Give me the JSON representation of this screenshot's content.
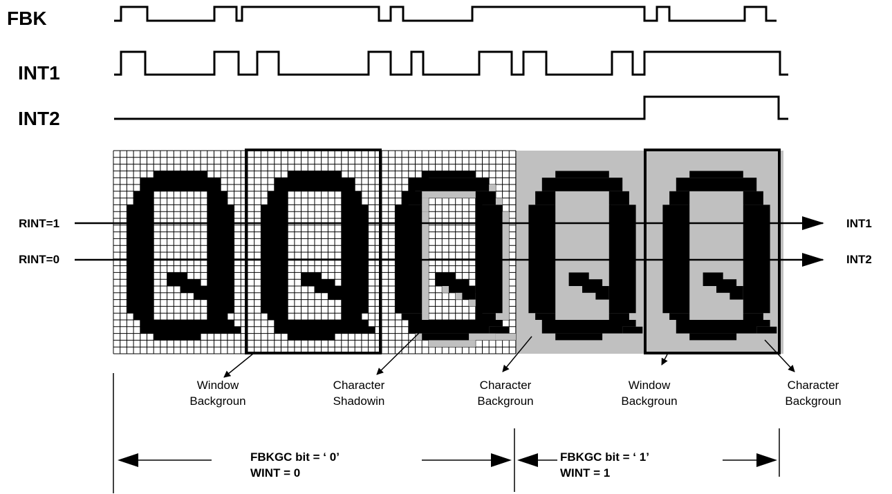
{
  "signals": {
    "fbk": "FBK",
    "int1": "INT1",
    "int2": "INT2"
  },
  "rows": {
    "rint1_in": "RINT=1",
    "rint0_in": "RINT=0",
    "int1_out": "INT1",
    "int2_out": "INT2"
  },
  "captions": [
    {
      "line1": "Window",
      "line2": "Backgroun"
    },
    {
      "line1": "Character",
      "line2": "Shadowin"
    },
    {
      "line1": "Character",
      "line2": "Backgroun"
    },
    {
      "line1": "Window",
      "line2": "Backgroun"
    },
    {
      "line1": "Character",
      "line2": "Backgroun"
    }
  ],
  "fbkgc": {
    "left": {
      "line1": "FBKGC    bit = ‘ 0’",
      "line2": "WINT = 0"
    },
    "right": {
      "line1": "FBKGC    bit = ‘ 1’",
      "line2": "WINT = 1"
    }
  },
  "colors": {
    "ink": "#000000",
    "shade": "#c0c0c0",
    "grid": "#000000",
    "paper": "#ffffff"
  }
}
